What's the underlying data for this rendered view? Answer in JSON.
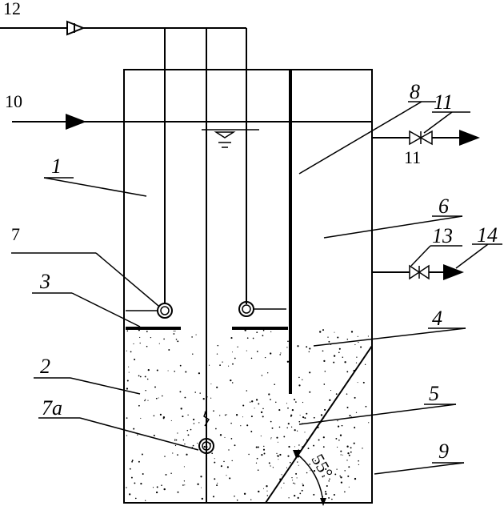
{
  "labels": {
    "l12": "12",
    "l10": "10",
    "l8": "8",
    "l11_top": "11",
    "l11_bottom": "11",
    "l1": "1",
    "l6": "6",
    "l7": "7",
    "l13": "13",
    "l14": "14",
    "l3": "3",
    "l4": "4",
    "l2": "2",
    "l5": "5",
    "l7a": "7a",
    "l9": "9",
    "angle": "55°"
  },
  "colors": {
    "line": "#000000",
    "background": "#ffffff"
  }
}
